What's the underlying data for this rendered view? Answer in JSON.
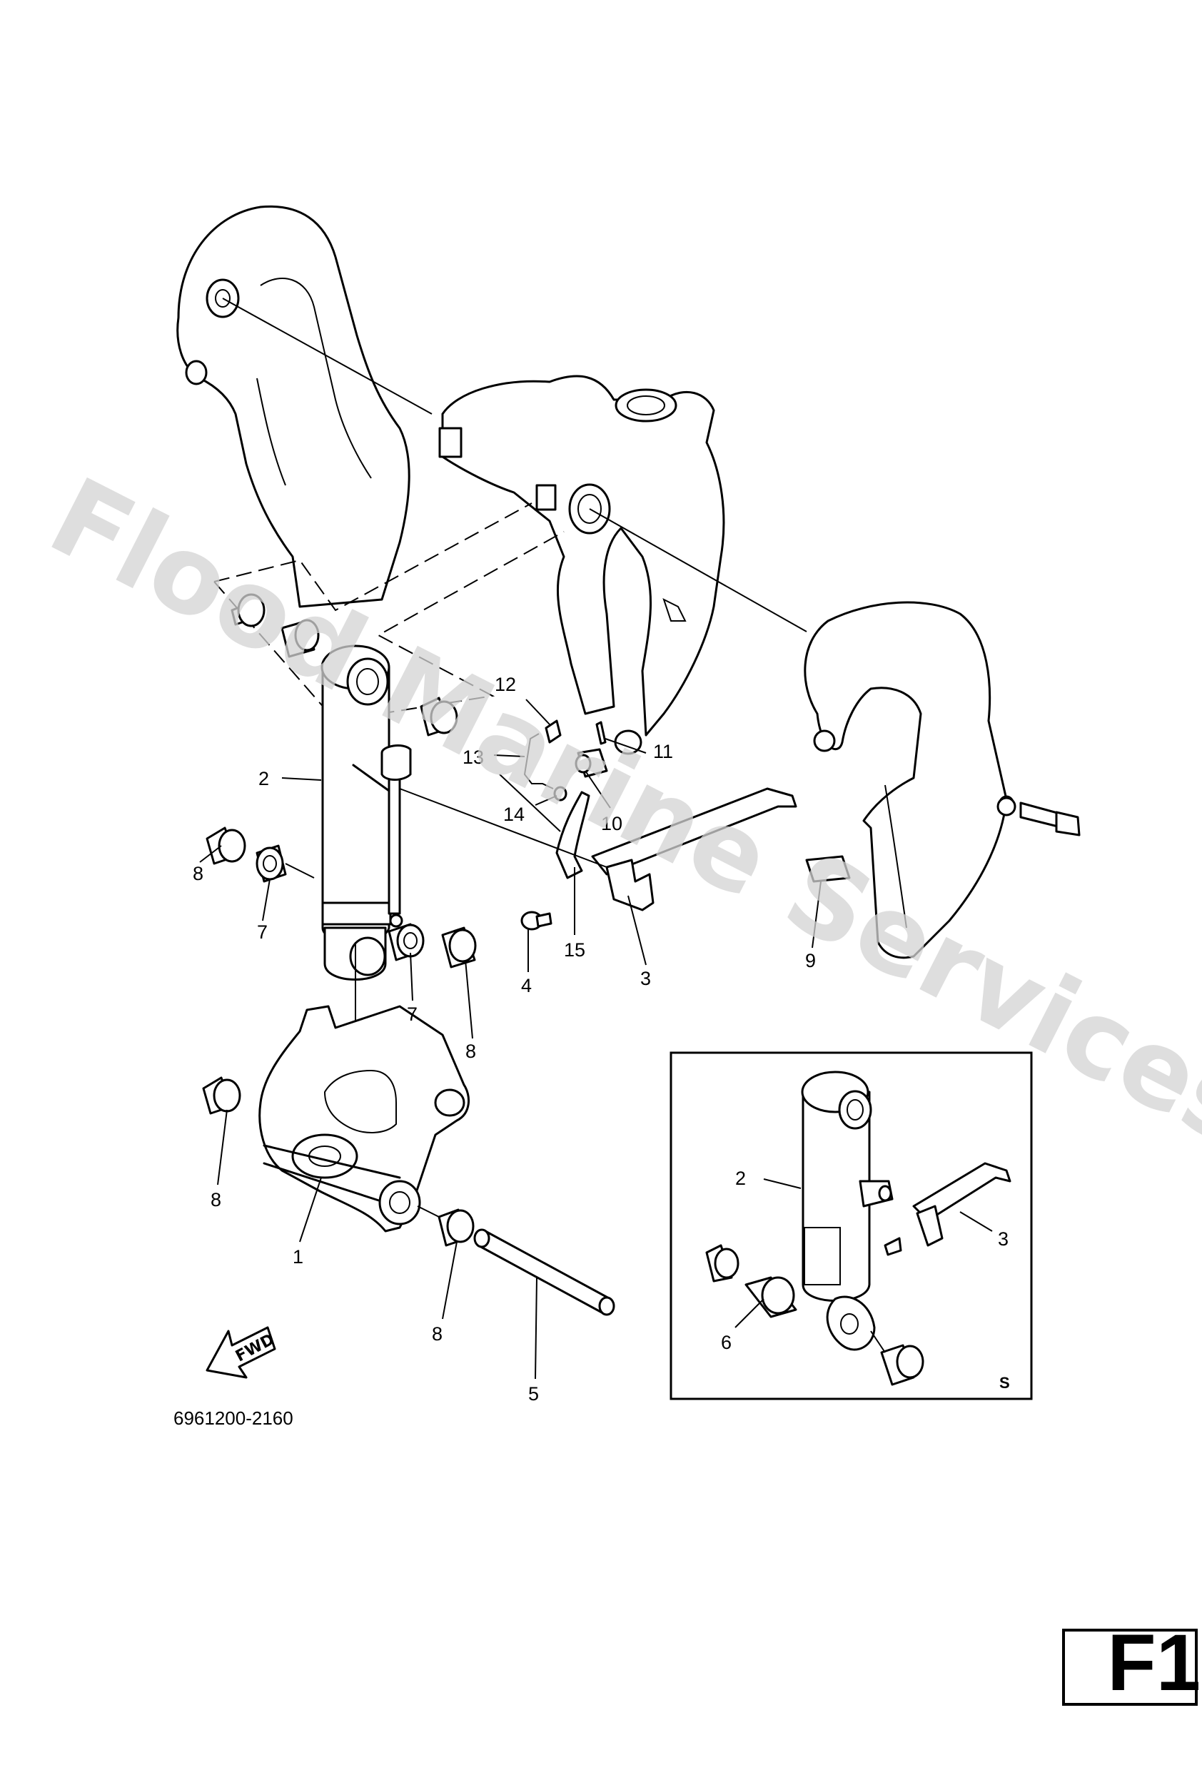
{
  "watermark": "Flood Marine Services",
  "drawing_number": "6961200-2160",
  "page_code": "F1",
  "direction_label": "FWD",
  "inset_label": "S",
  "callouts": {
    "c1": "1",
    "c2": "2",
    "c3": "3",
    "c4": "4",
    "c5": "5",
    "c7a": "7",
    "c7b": "7",
    "c8a": "8",
    "c8b": "8",
    "c8c": "8",
    "c8d": "8",
    "c9": "9",
    "c10": "10",
    "c11": "11",
    "c12": "12",
    "c13": "13",
    "c14": "14",
    "c15": "15",
    "inset_c2": "2",
    "inset_c3": "3",
    "inset_c6": "6"
  }
}
